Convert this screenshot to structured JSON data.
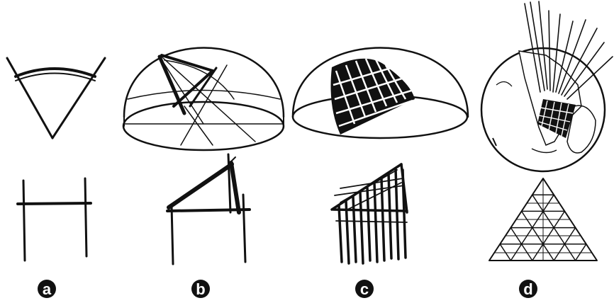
{
  "panels": [
    {
      "id": "a",
      "label": "a"
    },
    {
      "id": "b",
      "label": "b"
    },
    {
      "id": "c",
      "label": "c"
    },
    {
      "id": "d",
      "label": "d"
    }
  ],
  "colors": {
    "ink": "#111111",
    "background": "#ffffff",
    "label_fill": "#111111",
    "label_text": "#ffffff"
  }
}
